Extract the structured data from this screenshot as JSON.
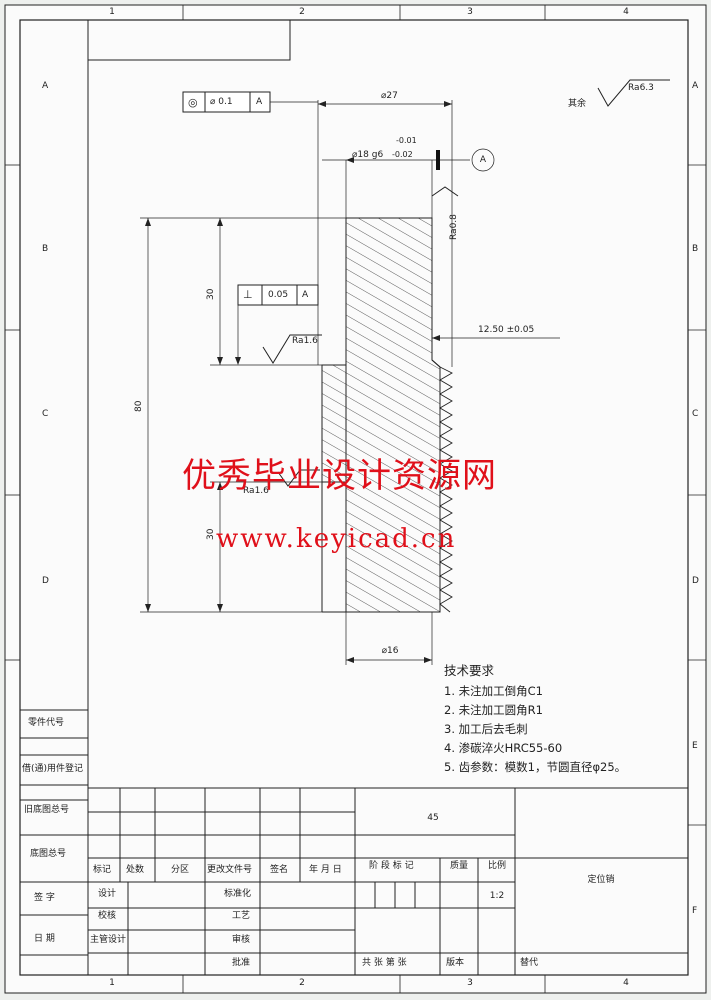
{
  "border": {
    "col_numbers": [
      "1",
      "2",
      "3",
      "4"
    ],
    "row_letters": [
      "A",
      "B",
      "C",
      "D",
      "E",
      "F"
    ]
  },
  "drawing": {
    "dim_dia27": "⌀27",
    "dim_dia18": "⌀18 g6",
    "tol_upper": "-0.01",
    "tol_lower": "-0.02",
    "datum": "A",
    "coax_symbol": "◎",
    "coax_value": "⌀ 0.1",
    "coax_ref": "A",
    "perp_symbol": "⊥",
    "perp_value": "0.05",
    "perp_ref": "A",
    "ra08": "Ra0.8",
    "ra16_top": "Ra1.6",
    "ra16_mid": "Ra1.6",
    "ra_rest_label": "其余",
    "ra63": "Ra6.3",
    "dim_30_top": "30",
    "dim_30_bot": "30",
    "dim_80": "80",
    "dim_12_50": "12.50 ±0.05",
    "dim_dia16": "⌀16"
  },
  "requirements": {
    "title": "技术要求",
    "items": [
      "1. 未注加工倒角C1",
      "2. 未注加工圆角R1",
      "3. 加工后去毛刺",
      "4. 渗碳淬火HRC55-60",
      "5. 齿参数：模数1，节圆直径φ25。"
    ]
  },
  "left_labels": {
    "part_code": "零件代号",
    "borrow": "借(通)用件登记",
    "old_drawing": "旧底图总号",
    "base_drawing": "底图总号",
    "sign": "签  字",
    "date": "日  期"
  },
  "title_block": {
    "material": "45",
    "name": "定位销",
    "scale_value": "1:2",
    "h_mark": "标记",
    "h_count": "处数",
    "h_zone": "分区",
    "h_docno": "更改文件号",
    "h_sign": "签名",
    "h_date": "年 月 日",
    "h_stage": "阶 段 标 记",
    "h_weight": "质量",
    "h_scale": "比例",
    "r_design": "设计",
    "r_std": "标准化",
    "r_check": "校核",
    "r_craft": "工艺",
    "r_chief": "主管设计",
    "r_review": "审核",
    "r_approve": "批准",
    "sheets": "共  张  第  张",
    "version": "版本",
    "replace": "替代"
  },
  "watermark": {
    "line1": "优秀毕业设计资源网",
    "line2": "www.keyicad.cn"
  }
}
